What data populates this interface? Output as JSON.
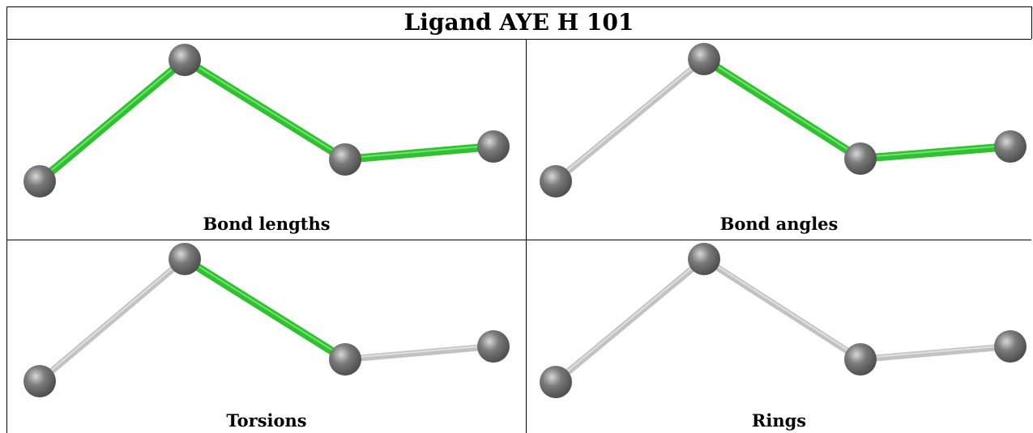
{
  "title": "Ligand AYE H 101",
  "colors": {
    "highlight": "#2fc12f",
    "bond_default": "#c2c2c2",
    "atom": "#7a7a7a"
  },
  "panels": [
    {
      "caption": "Bond lengths",
      "bonds": [
        "highlight",
        "highlight",
        "highlight"
      ]
    },
    {
      "caption": "Bond angles",
      "bonds": [
        "default",
        "highlight",
        "highlight"
      ]
    },
    {
      "caption": "Torsions",
      "bonds": [
        "default",
        "highlight",
        "default"
      ]
    },
    {
      "caption": "Rings",
      "bonds": [
        "default",
        "default",
        "default"
      ]
    }
  ]
}
